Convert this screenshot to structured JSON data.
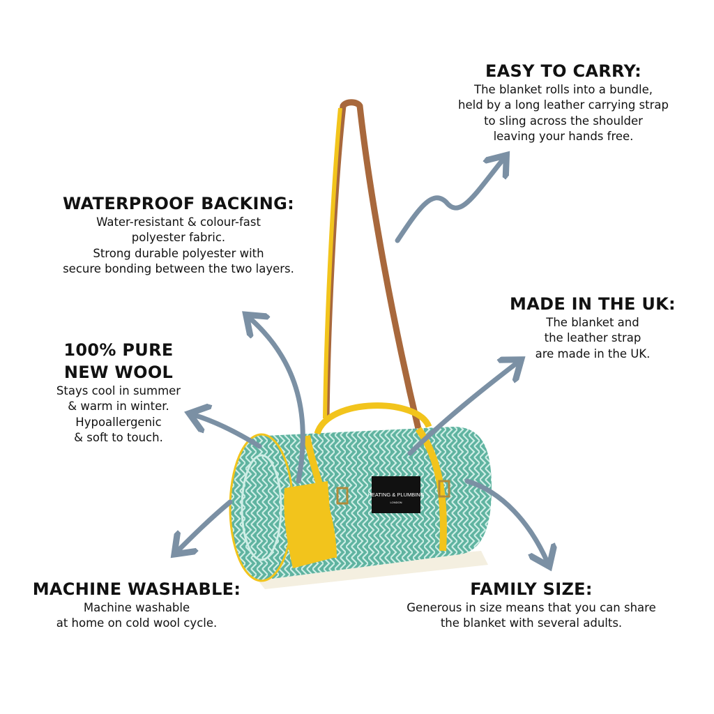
{
  "colors": {
    "arrow": "#7b90a4",
    "wool": "#5fb3a0",
    "strap": "#f2c41c",
    "leather": "#a8683c",
    "label": "#111111"
  },
  "product_label": {
    "brand": "HEATING & PLUMBING",
    "city": "LONDON"
  },
  "features": {
    "easy_to_carry": {
      "title": "EASY TO CARRY:",
      "lines": [
        "The blanket rolls into a bundle,",
        "held by a long leather carrying strap",
        "to sling across the shoulder",
        "leaving your hands free."
      ]
    },
    "waterproof": {
      "title": "WATERPROOF BACKING:",
      "lines": [
        "Water-resistant & colour-fast",
        "polyester fabric.",
        "Strong durable polyester with",
        "secure bonding between the two layers."
      ]
    },
    "wool": {
      "title_lines": [
        "100% PURE",
        "NEW WOOL"
      ],
      "lines": [
        "Stays cool in summer",
        "& warm in winter.",
        "Hypoallergenic",
        "& soft to touch."
      ]
    },
    "uk": {
      "title": "MADE IN THE UK:",
      "lines": [
        "The blanket and",
        "the leather strap",
        "are made in the UK."
      ]
    },
    "washable": {
      "title": "MACHINE WASHABLE:",
      "lines": [
        "Machine washable",
        "at home on cold wool cycle."
      ]
    },
    "family": {
      "title": "FAMILY SIZE:",
      "lines": [
        "Generous in size means that you can share",
        "the blanket with several adults."
      ]
    }
  }
}
